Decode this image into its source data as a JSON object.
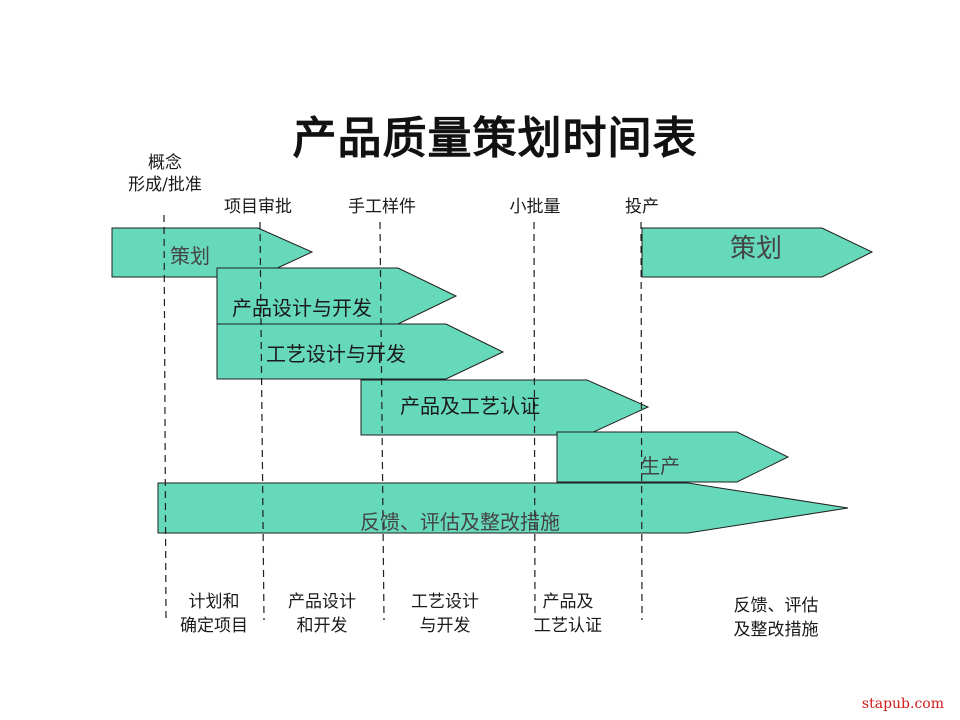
{
  "title": "产品质量策划时间表",
  "milestones": [
    {
      "id": "concept",
      "lines": [
        "概念",
        "形成/批准"
      ]
    },
    {
      "id": "review",
      "lines": [
        "项目审批"
      ]
    },
    {
      "id": "prototype",
      "lines": [
        "手工样件"
      ]
    },
    {
      "id": "pilot",
      "lines": [
        "小批量"
      ]
    },
    {
      "id": "launch",
      "lines": [
        "投产"
      ]
    }
  ],
  "arrows": [
    {
      "id": "planning",
      "label": "策划"
    },
    {
      "id": "planning-2",
      "label": "策划"
    },
    {
      "id": "product-design",
      "label": "产品设计与开发"
    },
    {
      "id": "process-design",
      "label": "工艺设计与开发"
    },
    {
      "id": "validation",
      "label": "产品及工艺认证"
    },
    {
      "id": "production",
      "label": "生产"
    },
    {
      "id": "feedback",
      "label": "反馈、评估及整改措施"
    }
  ],
  "phases": [
    {
      "id": "plan",
      "lines": [
        "计划和",
        "确定项目"
      ]
    },
    {
      "id": "design",
      "lines": [
        "产品设计",
        "和开发"
      ]
    },
    {
      "id": "process",
      "lines": [
        "工艺设计",
        "与开发"
      ]
    },
    {
      "id": "validate",
      "lines": [
        "产品及",
        "工艺认证"
      ]
    },
    {
      "id": "feedback",
      "lines": [
        "反馈、评估",
        "及整改措施"
      ]
    }
  ],
  "watermark": "stapub.com",
  "colors": {
    "arrow_fill": "#66D9BB",
    "arrow_stroke": "#1f1f1f",
    "watermark": "#D11A1A"
  }
}
